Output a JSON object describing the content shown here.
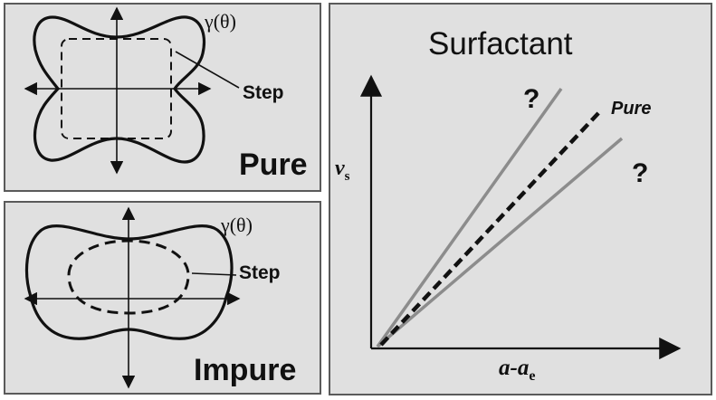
{
  "pure_panel": {
    "gamma_label": "γ(θ)",
    "step_label": "Step",
    "title": "Pure"
  },
  "impure_panel": {
    "gamma_label": "γ(θ)",
    "step_label": "Step",
    "title": "Impure"
  },
  "surfactant_panel": {
    "title": "Surfactant",
    "y_axis_label_main": "v",
    "y_axis_label_sub": "s",
    "x_axis_label_main": "a-a",
    "x_axis_label_sub": "e",
    "pure_line_label": "Pure",
    "unknown_upper": "?",
    "unknown_lower": "?"
  },
  "colors": {
    "panel_bg": "#e0e0e0",
    "border": "#5a5a5a",
    "curve": "#111111",
    "surfactant_line": "#8c8c8c"
  }
}
